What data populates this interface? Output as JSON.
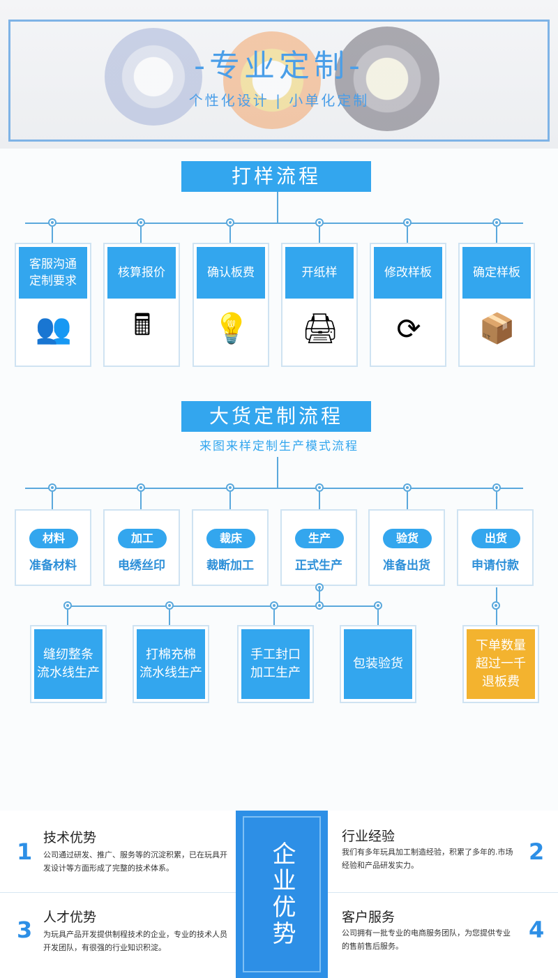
{
  "banner": {
    "title": "-专业定制-",
    "subtitle": "个性化设计 | 小单化定制"
  },
  "sample": {
    "title": "打样流程",
    "steps": [
      {
        "label": "客服沟通\n定制要求",
        "icon": "people-icon"
      },
      {
        "label": "核算报价",
        "icon": "calculator-icon"
      },
      {
        "label": "确认板费",
        "icon": "lightbulb-icon"
      },
      {
        "label": "开纸样",
        "icon": "printer-icon"
      },
      {
        "label": "修改样板",
        "icon": "refresh-icon"
      },
      {
        "label": "确定样板",
        "icon": "boxes-icon"
      }
    ]
  },
  "mass": {
    "title": "大货定制流程",
    "subtitle": "来图来样定制生产模式流程",
    "steps": [
      {
        "tag": "材料",
        "desc": "准备材料"
      },
      {
        "tag": "加工",
        "desc": "电绣丝印"
      },
      {
        "tag": "裁床",
        "desc": "裁断加工"
      },
      {
        "tag": "生产",
        "desc": "正式生产"
      },
      {
        "tag": "验货",
        "desc": "准备出货"
      },
      {
        "tag": "出货",
        "desc": "申请付款"
      }
    ],
    "substeps": [
      "缝纫整条\n流水线生产",
      "打棉充棉\n流水线生产",
      "手工封口\n加工生产",
      "包装验货"
    ],
    "note": "下单数量\n超过一千\n退板费"
  },
  "advantages": {
    "center": "企业优势",
    "items": [
      {
        "num": "1",
        "title": "技术优势",
        "desc": "公司通过研发、推广、服务等的沉淀积累，已在玩具开发设计等方面形成了完整的技术体系。"
      },
      {
        "num": "2",
        "title": "行业经验",
        "desc": "我们有多年玩具加工制造经验，积累了多年的.市场经验和产品研发实力。"
      },
      {
        "num": "3",
        "title": "人才优势",
        "desc": "为玩具产品开发提供制程技术的企业，专业的技术人员开发团队，有很强的行业知识积淀。"
      },
      {
        "num": "4",
        "title": "客户服务",
        "desc": "公司拥有一批专业的电商服务团队，为您提供专业的售前售后服务。"
      }
    ]
  },
  "colors": {
    "accent": "#33a6ee",
    "orange": "#f3b32f"
  }
}
